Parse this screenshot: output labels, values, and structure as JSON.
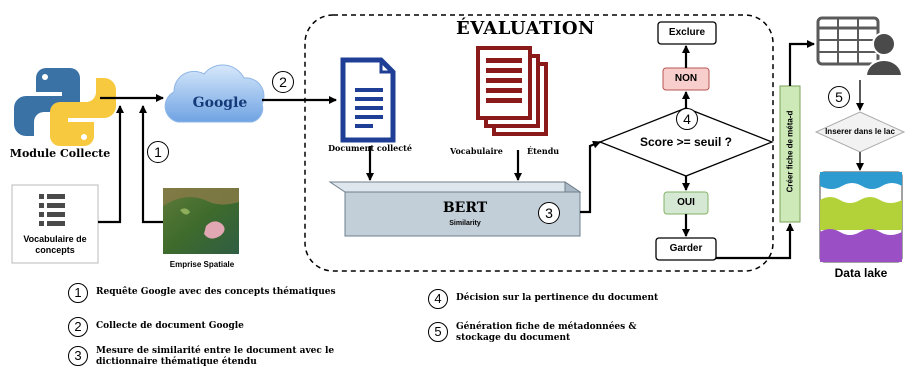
{
  "evaluation_title": "ÉVALUATION",
  "nodes": {
    "module_collecte": "Module Collecte",
    "vocabulaire_concepts": "Vocabulaire de concepts",
    "google": "Google",
    "emprise_spatiale": "Emprise Spatiale",
    "document_collecte": "Document collecté",
    "vocabulaire_etendu_1": "Vocabulaire",
    "vocabulaire_etendu_2": "Étendu",
    "bert": "BERT",
    "bert_sub": "Similarity",
    "score": "Score >= seuil ?",
    "exclure": "Exclure",
    "non": "NON",
    "oui": "OUI",
    "garder": "Garder",
    "creer_fiche": "Créer fiche de méta-d",
    "inserer": "Inserer dans le lac",
    "data_lake": "Data lake"
  },
  "step_markers": [
    "1",
    "2",
    "3",
    "4",
    "5"
  ],
  "legend": [
    {
      "num": "1",
      "text": "Requête Google avec des concepts thématiques"
    },
    {
      "num": "2",
      "text": "Collecte de document Google"
    },
    {
      "num": "3",
      "text": "Mesure de similarité entre le document avec le dictionnaire thématique étendu"
    },
    {
      "num": "4",
      "text": "Décision sur la pertinence du document"
    },
    {
      "num": "5",
      "text": "Génération fiche de métadonnées & stockage du document"
    }
  ],
  "colors": {
    "python_blue": "#3a72a6",
    "python_yellow": "#f7c93e",
    "doc_blue": "#1f3f96",
    "vocab_red": "#8b1a1a",
    "cloud_blue": "#7fb0ea",
    "bert_gray": "#c3cfd8",
    "non_pink": "#f8cecc",
    "oui_green": "#d5e8d4",
    "creer_green": "#cde9b8",
    "lake_purple": "#9a4fc4",
    "lake_green": "#b3d23a",
    "lake_blue": "#2d9bd0"
  }
}
